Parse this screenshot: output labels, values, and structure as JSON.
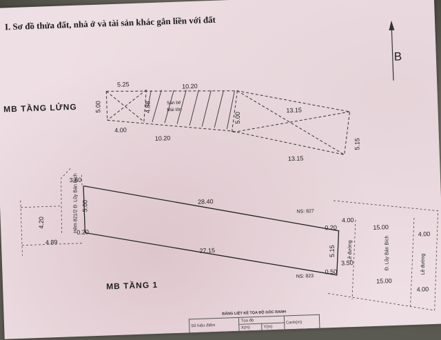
{
  "document": {
    "section_title": "I. Sơ đồ thửa đất, nhà ở và tài sản khác gắn liền với đất",
    "north_label": "B"
  },
  "mezzanine": {
    "label": "MB TẦNG LỬNG",
    "dims": [
      "5.25",
      "10.20",
      "5.00",
      "4.88",
      "5.00",
      "4.00",
      "10.20",
      "13.15",
      "13.15",
      "5.15"
    ],
    "hatch_labels": [
      "Sân bê",
      "Mái tôn"
    ]
  },
  "ground": {
    "label": "MB TẦNG 1",
    "dims": [
      "3.60",
      "5.00",
      "4.20",
      "0.20",
      "4.89",
      "28.40",
      "27.15",
      "0.20",
      "4.00",
      "15.00",
      "4.00",
      "5.15",
      "0.50",
      "3.50",
      "15.00",
      "4.00"
    ],
    "alley_label": "Hẻm 821/2 Đ. Lũy Bán Bích",
    "street_label": "Đ. Lũy Bán Bích",
    "sidewalk_labels": [
      "Lề đường",
      "Lề đường"
    ],
    "neighbors": [
      "NS: 827",
      "NS: 823"
    ]
  },
  "coord_table": {
    "title": "BẢNG LIỆT KÊ TỌA ĐỘ GÓC RANH",
    "headers": [
      "Số hiệu điểm",
      "Tọa độ",
      "X(m)",
      "Y(m)",
      "Cạnh(m)"
    ]
  }
}
